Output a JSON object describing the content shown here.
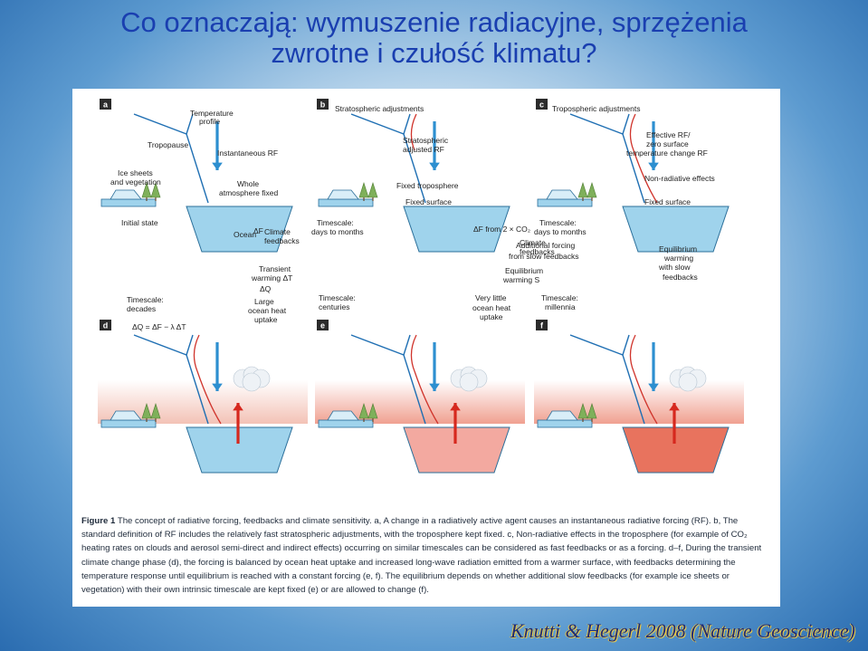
{
  "slide": {
    "title_line1": "Co oznaczają: wymuszenie radiacyjne, sprzężenia",
    "title_line2": "zwrotne i czułość klimatu?"
  },
  "credit": "Knutti & Hegerl 2008 (Nature Geoscience)",
  "figure": {
    "panels": {
      "a": {
        "letter": "a",
        "labels": [
          "Temperature",
          "profile",
          "Tropopause",
          "Instantaneous RF",
          "Ice sheets",
          "and vegetation",
          "Whole",
          "atmosphere fixed",
          "Initial state",
          "Ocean"
        ]
      },
      "b": {
        "letter": "b",
        "labels": [
          "Stratospheric adjustments",
          "Stratospheric",
          "adjusted RF",
          "Fixed troposphere",
          "Fixed surface",
          "Timescale:",
          "days to months"
        ]
      },
      "c": {
        "letter": "c",
        "labels": [
          "Tropospheric adjustments",
          "Effective RF/",
          "zero surface",
          "temperature change RF",
          "Non-radiative effects",
          "Fixed surface",
          "Timescale:",
          "days to months"
        ]
      },
      "d": {
        "letter": "d",
        "labels": [
          "ΔF",
          "Climate",
          "feedbacks",
          "Transient",
          "warming ΔT",
          "ΔQ",
          "Large",
          "ocean heat",
          "uptake",
          "Timescale:",
          "decades",
          "ΔQ = ΔF − λ ΔT"
        ]
      },
      "e": {
        "letter": "e",
        "labels": [
          "ΔF from 2 × CO₂",
          "Climate",
          "feedbacks",
          "Equilibrium",
          "warming S",
          "Very little",
          "ocean heat",
          "uptake",
          "Timescale:",
          "centuries"
        ]
      },
      "f": {
        "letter": "f",
        "labels": [
          "Additional forcing",
          "from slow feedbacks",
          "Equilibrium",
          "warming",
          "with slow",
          "feedbacks",
          "Timescale:",
          "millennia"
        ]
      }
    },
    "caption": {
      "heading": "Figure 1",
      "text": "The concept of radiative forcing, feedbacks and climate sensitivity. a, A change in a radiatively active agent causes an instantaneous radiative forcing (RF). b, The standard definition of RF includes the relatively fast stratospheric adjustments, with the troposphere kept fixed. c, Non-radiative effects in the troposphere (for example of CO₂ heating rates on clouds and aerosol semi-direct and indirect effects) occurring on similar timescales can be considered as fast feedbacks or as a forcing. d–f, During the transient climate change phase (d), the forcing is balanced by ocean heat uptake and increased long-wave radiation emitted from a warmer surface, with feedbacks determining the temperature response until equilibrium is reached with a constant forcing (e, f). The equilibrium depends on whether additional slow feedbacks (for example ice sheets or vegetation) with their own intrinsic timescale are kept fixed (e) or are allowed to change (f)."
    }
  }
}
